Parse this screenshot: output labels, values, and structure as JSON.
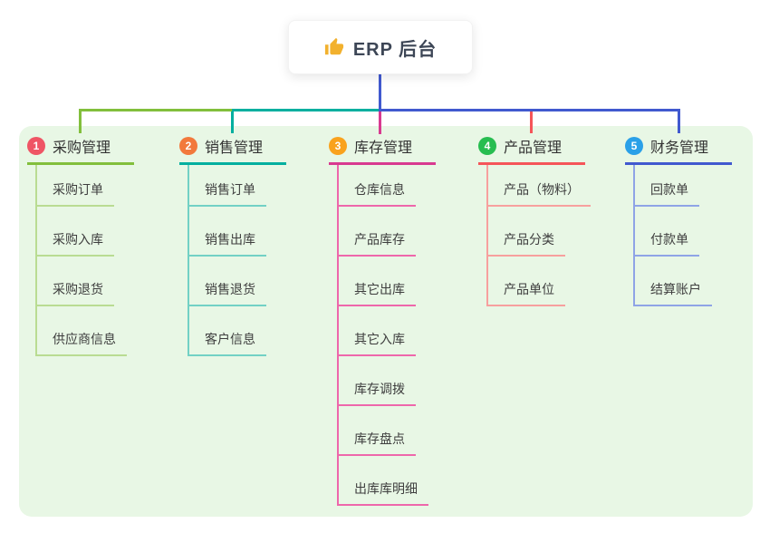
{
  "root": {
    "label": "ERP 后台",
    "icon": "thumbs-up-icon"
  },
  "branches": [
    {
      "badge": "1",
      "label": "采购管理",
      "color": "#82bf3c",
      "light_color": "#b9dc92",
      "badge_color": "#ef5565",
      "children": [
        "采购订单",
        "采购入库",
        "采购退货",
        "供应商信息"
      ]
    },
    {
      "badge": "2",
      "label": "销售管理",
      "color": "#01af9f",
      "light_color": "#72d1c5",
      "badge_color": "#f2793c",
      "children": [
        "销售订单",
        "销售出库",
        "销售退货",
        "客户信息"
      ]
    },
    {
      "badge": "3",
      "label": "库存管理",
      "color": "#d83a90",
      "light_color": "#ee67ab",
      "badge_color": "#f9a21d",
      "children": [
        "仓库信息",
        "产品库存",
        "其它出库",
        "其它入库",
        "库存调拨",
        "库存盘点",
        "出库库明细"
      ]
    },
    {
      "badge": "4",
      "label": "产品管理",
      "color": "#f55559",
      "light_color": "#f7a09e",
      "badge_color": "#27bd50",
      "children": [
        "产品（物料）",
        "产品分类",
        "产品单位"
      ]
    },
    {
      "badge": "5",
      "label": "财务管理",
      "color": "#4159cf",
      "light_color": "#8fa4e6",
      "badge_color": "#2aa0e8",
      "children": [
        "回款单",
        "付款单",
        "结算账户"
      ]
    }
  ],
  "colors": {
    "panel_bg": "#e8f7e5",
    "root_line": "#4159cf",
    "thumb_icon": "#f2b12e",
    "card_bg": "#ffffff",
    "title_text": "#333333",
    "child_text": "#3e3e3e",
    "root_text": "#3d4656"
  }
}
